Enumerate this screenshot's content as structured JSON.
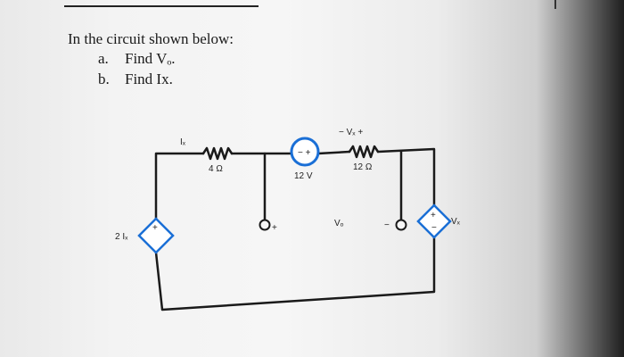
{
  "question": {
    "intro": "In the circuit shown below:",
    "parts": [
      {
        "label": "a.",
        "text": "Find Vₒ."
      },
      {
        "label": "b.",
        "text": "Find Ix."
      }
    ]
  },
  "circuit": {
    "labels": {
      "ix": "Iₓ",
      "r1": "4 Ω",
      "source": "12 V",
      "source_polarity": "−  +",
      "vx_top": "−   Vₓ  +",
      "r2": "12 Ω",
      "dep_current": "2 Iₓ",
      "dep_voltage": "Vₓ",
      "vo": "Vₒ",
      "term_plus": "+",
      "term_minus": "−",
      "dep_plus": "+",
      "dep_minus": "−"
    }
  },
  "colors": {
    "source_accent": "#1a6fd6",
    "wire": "#1a1a1a"
  }
}
